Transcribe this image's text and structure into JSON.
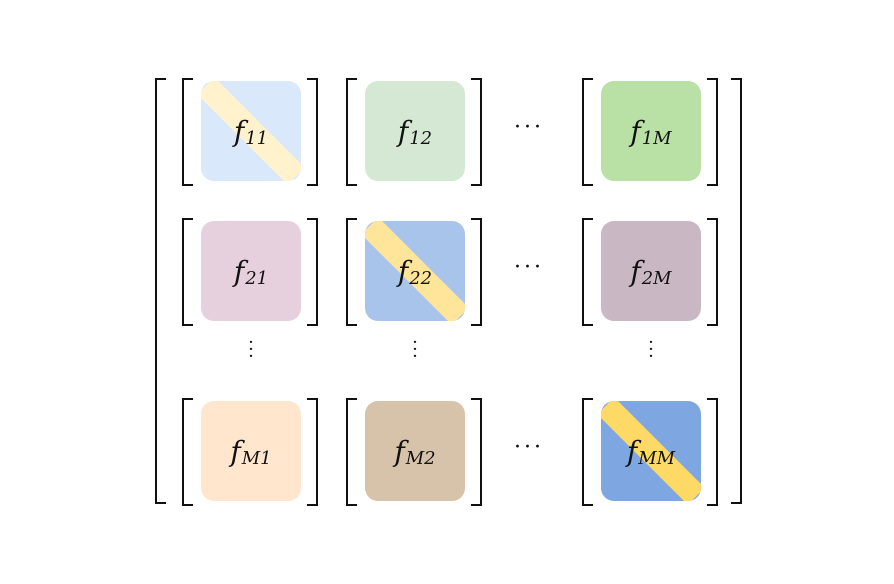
{
  "matrix": {
    "rows": [
      {
        "blocks": [
          {
            "base": "f",
            "sub": "11",
            "color": "#dae8fc",
            "highlight": true,
            "stripe_color": "#fff2cc"
          },
          {
            "base": "f",
            "sub": "12",
            "color": "#d5e8d4",
            "highlight": false
          },
          {
            "base": "f",
            "sub": "1M",
            "color": "#b9e0a5",
            "highlight": false
          }
        ]
      },
      {
        "blocks": [
          {
            "base": "f",
            "sub": "21",
            "color": "#e6d0de",
            "highlight": false
          },
          {
            "base": "f",
            "sub": "22",
            "color": "#a9c4eb",
            "highlight": true,
            "stripe_color": "#ffe599"
          },
          {
            "base": "f",
            "sub": "2M",
            "color": "#cab7c4",
            "highlight": false
          }
        ]
      },
      {
        "blocks": [
          {
            "base": "f",
            "sub": "M1",
            "color": "#ffe6cc",
            "highlight": false
          },
          {
            "base": "f",
            "sub": "M2",
            "color": "#d6c3aa",
            "highlight": false
          },
          {
            "base": "f",
            "sub": "MM",
            "color": "#7ea6e0",
            "highlight": true,
            "stripe_color": "#ffd966"
          }
        ]
      }
    ],
    "horizontal_ellipsis": "···",
    "vertical_ellipsis": "⋮"
  }
}
